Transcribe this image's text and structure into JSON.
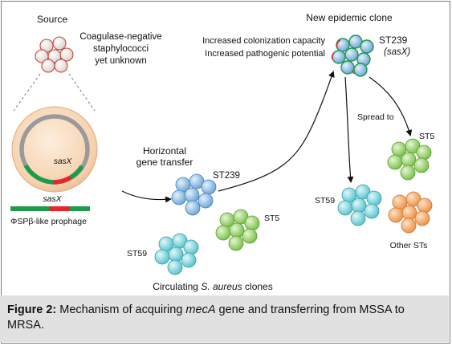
{
  "source": {
    "title": "Source",
    "text_lines": [
      "Coagulase-negative",
      "staphylococci",
      "yet unknown"
    ]
  },
  "gene": {
    "insert_label": "sasX",
    "bar_label": "sasX",
    "prophage_label": "ΦSPβ-like prophage"
  },
  "transfer": {
    "lines": [
      "Horizontal",
      "gene transfer"
    ]
  },
  "clones": {
    "st239_left": "ST239",
    "st5_left": "ST5",
    "st59_left": "ST59",
    "circulating_prefix": "Circulating ",
    "circulating_species": "S. aureus",
    "circulating_suffix": " clones"
  },
  "epidemic": {
    "title": "New epidemic clone",
    "traits": [
      "Increased colonization capacity",
      "Increased pathogenic potential"
    ],
    "clone_name": "ST239",
    "clone_gene": "(sasX)"
  },
  "spread": {
    "label": "Spread to",
    "st5": "ST5",
    "st59": "ST59",
    "other": "Other STs"
  },
  "caption": {
    "label": "Figure 2:",
    "text_a": " Mechanism of acquiring ",
    "gene": "mecA",
    "text_b": " gene and transferring from MSSA to MRSA."
  },
  "colors": {
    "blue": "#7fb2e0",
    "green": "#8fcc5e",
    "teal": "#6dcdd6",
    "orange": "#f2a25f",
    "source_cell": "#eeeeee",
    "gene_green": "#1f9a4a",
    "gene_red": "#e8262a",
    "big_cell": "#f5d4b5"
  },
  "icons": [
    "staph-cluster-icon",
    "bacterial-cell-icon",
    "arrow-icon"
  ]
}
